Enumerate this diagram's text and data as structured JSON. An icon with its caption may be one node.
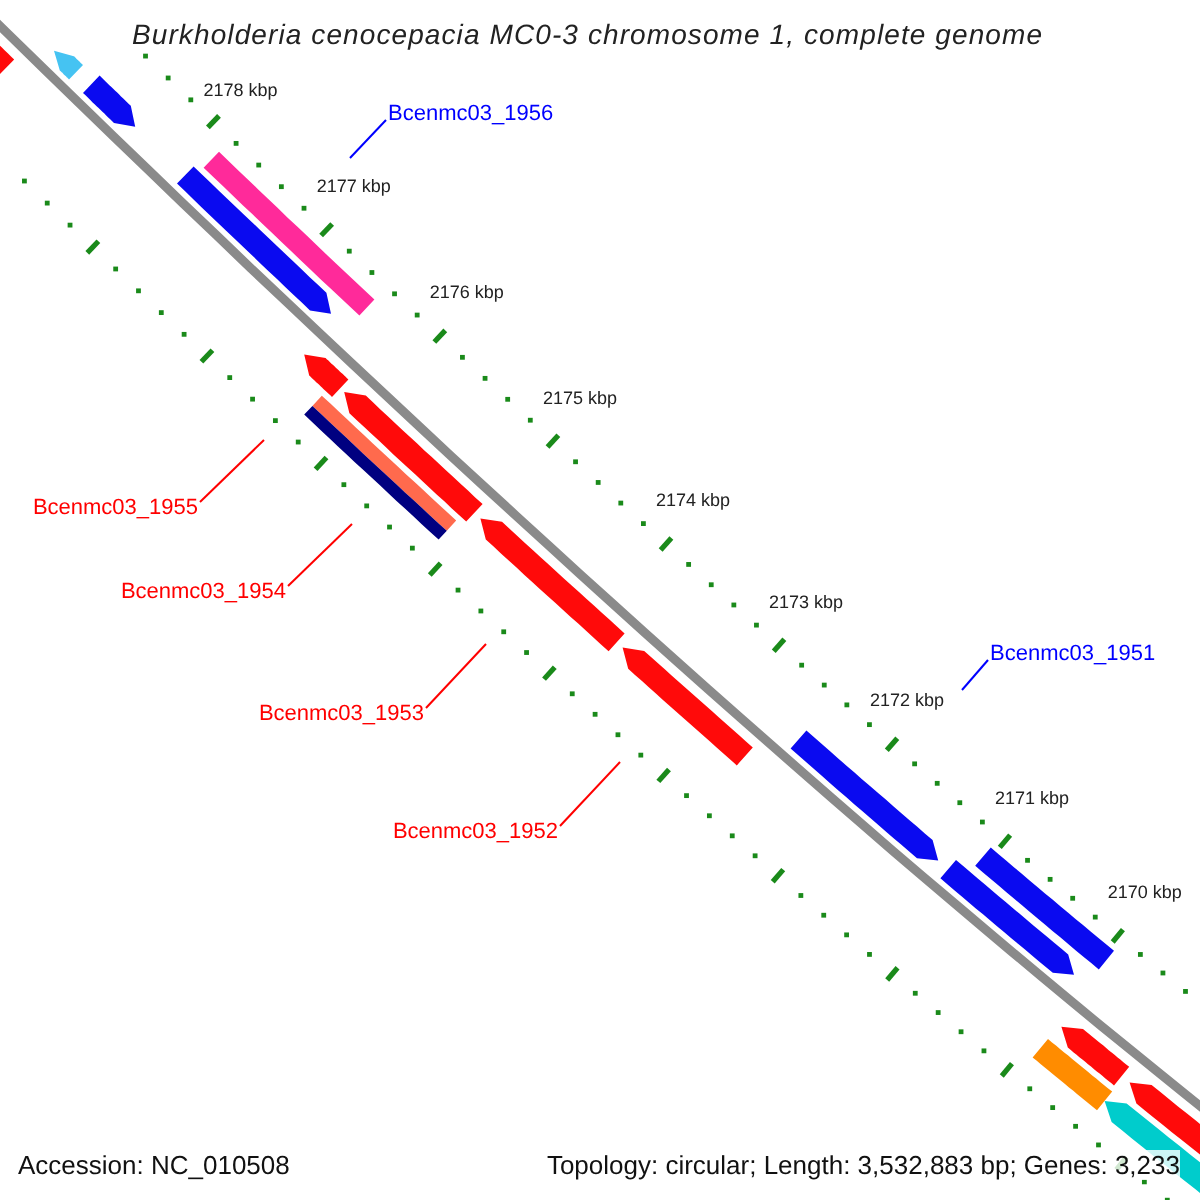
{
  "diagram": {
    "title": "Burkholderia cenocepacia MC0-3 chromosome 1, complete genome",
    "nodes": [
      {
        "text": [
          "Bcenmc03_1956"
        ]
      },
      {
        "text": [
          "Bcenmc03_1955"
        ]
      },
      {
        "text": [
          "Bcenmc03_1954"
        ]
      },
      {
        "text": [
          "Bcenmc03_1951"
        ]
      },
      {
        "text": [
          "Bcenmc03_1953"
        ]
      },
      {
        "text": [
          "Bcenmc03_1952"
        ]
      }
    ],
    "edges": [
      {
        "from": 0,
        "to": null,
        "arrow": "none",
        "color": "#0000ff"
      },
      {
        "from": 1,
        "to": null,
        "arrow": "none"
      },
      {
        "from": 2,
        "to": null,
        "arrow": "none"
      },
      {
        "from": 3,
        "to": null,
        "arrow": "none",
        "color": "#0000ff"
      },
      {
        "from": 4,
        "to": null,
        "arrow": "none"
      },
      {
        "from": 5,
        "to": null,
        "arrow": "none"
      }
    ],
    "labels": [
      "2178 kbp",
      "2177 kbp",
      "2176 kbp",
      "2175 kbp",
      "2174 kbp",
      "2173 kbp",
      "2172 kbp",
      "2171 kbp",
      "2170 kbp",
      "Accession: NC_010508",
      "Topology: circular; Length: 3,532,883 bp; Genes: 3,233"
    ]
  }
}
